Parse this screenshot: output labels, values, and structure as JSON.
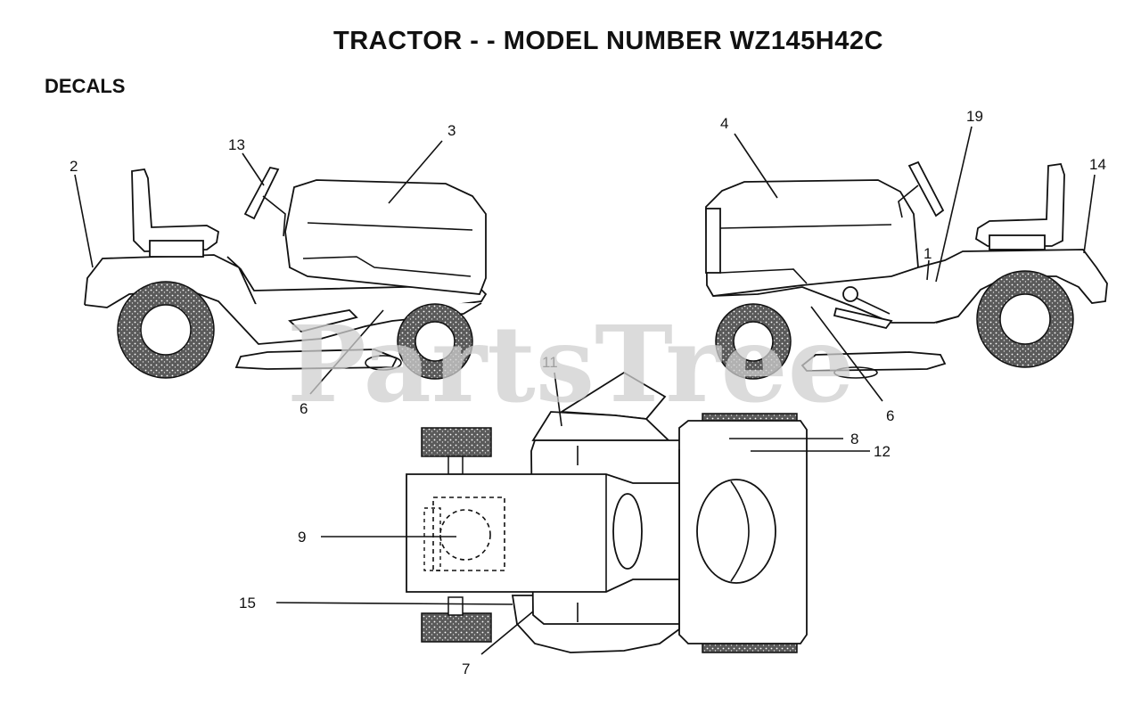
{
  "title": "TRACTOR - - MODEL NUMBER WZ145H42C",
  "section_label": "DECALS",
  "watermark": "PartsTree",
  "callouts": {
    "left_view": [
      "2",
      "13",
      "3",
      "6"
    ],
    "right_view": [
      "4",
      "19",
      "14",
      "1",
      "6"
    ],
    "top_view": [
      "11",
      "8",
      "12",
      "9",
      "15",
      "7"
    ]
  },
  "colors": {
    "line": "#111111",
    "watermark": "#cfcfcf",
    "background": "#ffffff"
  }
}
